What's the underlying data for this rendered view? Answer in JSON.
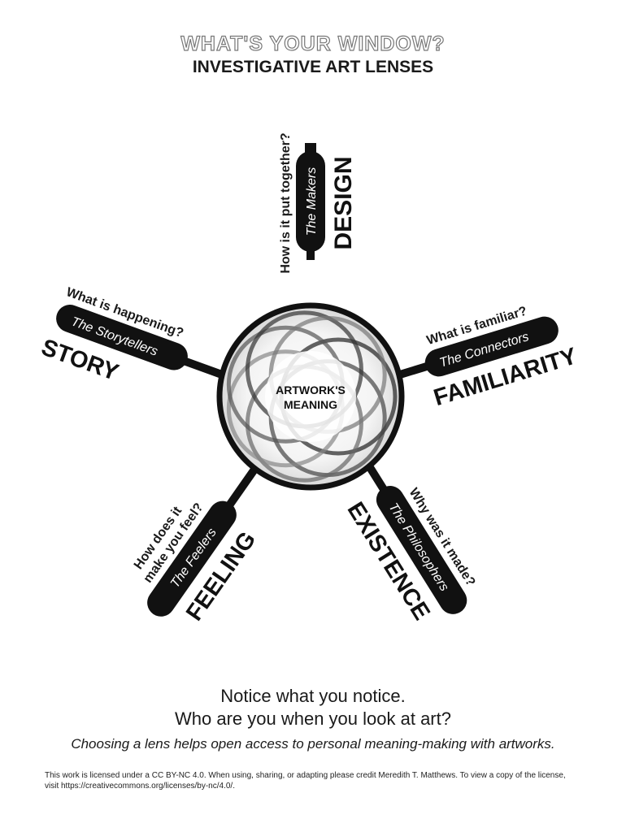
{
  "header": {
    "title_outline": "WHAT'S YOUR WINDOW?",
    "title_main": "INVESTIGATIVE ART LENSES"
  },
  "center": {
    "line1": "ARTWORK'S",
    "line2": "MEANING"
  },
  "lenses": [
    {
      "id": "design",
      "name": "DESIGN",
      "group": "The Makers",
      "question": "How is it put together?"
    },
    {
      "id": "familiarity",
      "name": "FAMILIARITY",
      "group": "The Connectors",
      "question": "What is familiar?"
    },
    {
      "id": "existence",
      "name": "EXISTENCE",
      "group": "The Philosophers",
      "question": "Why was it made?"
    },
    {
      "id": "feeling",
      "name": "FEELING",
      "group": "The Feelers",
      "question_line1": "How does it",
      "question_line2": "make you feel?"
    },
    {
      "id": "story",
      "name": "STORY",
      "group": "The Storytellers",
      "question": "What is happening?"
    }
  ],
  "footer": {
    "line1": "Notice what you notice.",
    "line2": "Who are you when you look at art?",
    "tagline": "Choosing a lens helps open access to personal meaning-making with artworks.",
    "license": "This work is licensed under a CC BY-NC 4.0. When using, sharing, or adapting please credit Meredith T. Matthews. To view a copy of the license, visit https://creativecommons.org/licenses/by-nc/4.0/."
  }
}
